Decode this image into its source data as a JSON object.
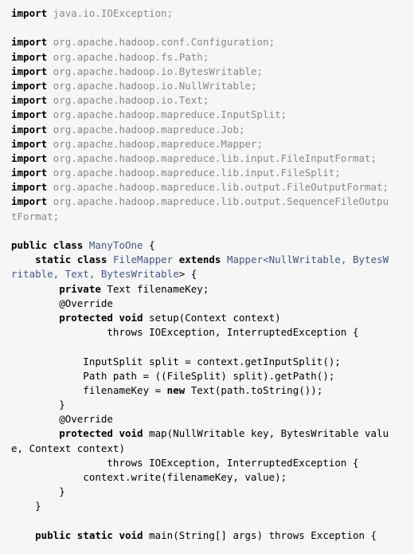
{
  "code": {
    "colors": {
      "background": "#f6f6f6",
      "keyword": "#000000",
      "package": "#888888",
      "class_name": "#445588",
      "plain": "#000000"
    },
    "lines": [
      [
        {
          "t": "import",
          "k": "kw"
        },
        {
          "t": " java.io.IOException;",
          "k": "pk"
        }
      ],
      [],
      [
        {
          "t": "import",
          "k": "kw"
        },
        {
          "t": " org.apache.hadoop.conf.Configuration;",
          "k": "pk"
        }
      ],
      [
        {
          "t": "import",
          "k": "kw"
        },
        {
          "t": " org.apache.hadoop.fs.Path;",
          "k": "pk"
        }
      ],
      [
        {
          "t": "import",
          "k": "kw"
        },
        {
          "t": " org.apache.hadoop.io.BytesWritable;",
          "k": "pk"
        }
      ],
      [
        {
          "t": "import",
          "k": "kw"
        },
        {
          "t": " org.apache.hadoop.io.NullWritable;",
          "k": "pk"
        }
      ],
      [
        {
          "t": "import",
          "k": "kw"
        },
        {
          "t": " org.apache.hadoop.io.Text;",
          "k": "pk"
        }
      ],
      [
        {
          "t": "import",
          "k": "kw"
        },
        {
          "t": " org.apache.hadoop.mapreduce.InputSplit;",
          "k": "pk"
        }
      ],
      [
        {
          "t": "import",
          "k": "kw"
        },
        {
          "t": " org.apache.hadoop.mapreduce.Job;",
          "k": "pk"
        }
      ],
      [
        {
          "t": "import",
          "k": "kw"
        },
        {
          "t": " org.apache.hadoop.mapreduce.Mapper;",
          "k": "pk"
        }
      ],
      [
        {
          "t": "import",
          "k": "kw"
        },
        {
          "t": " org.apache.hadoop.mapreduce.lib.input.FileInputFormat;",
          "k": "pk"
        }
      ],
      [
        {
          "t": "import",
          "k": "kw"
        },
        {
          "t": " org.apache.hadoop.mapreduce.lib.input.FileSplit;",
          "k": "pk"
        }
      ],
      [
        {
          "t": "import",
          "k": "kw"
        },
        {
          "t": " org.apache.hadoop.mapreduce.lib.output.FileOutputFormat;",
          "k": "pk"
        }
      ],
      [
        {
          "t": "import",
          "k": "kw"
        },
        {
          "t": " org.apache.hadoop.mapreduce.lib.output.SequenceFileOutpu",
          "k": "pk"
        }
      ],
      [
        {
          "t": "tFormat;",
          "k": "pk"
        }
      ],
      [],
      [
        {
          "t": "public class",
          "k": "kw"
        },
        {
          "t": " ",
          "k": "pl"
        },
        {
          "t": "ManyToOne",
          "k": "cls"
        },
        {
          "t": " {",
          "k": "pl"
        }
      ],
      [
        {
          "t": "    static class",
          "k": "kw"
        },
        {
          "t": " ",
          "k": "pl"
        },
        {
          "t": "FileMapper",
          "k": "cls"
        },
        {
          "t": " extends",
          "k": "kw"
        },
        {
          "t": " ",
          "k": "pl"
        },
        {
          "t": "Mapper<NullWritable, BytesW",
          "k": "cls"
        }
      ],
      [
        {
          "t": "ritable, Text, BytesWritable",
          "k": "cls"
        },
        {
          "t": "> {",
          "k": "pl"
        }
      ],
      [
        {
          "t": "        private",
          "k": "kw"
        },
        {
          "t": " Text filenameKey;",
          "k": "pl"
        }
      ],
      [
        {
          "t": "        @Override",
          "k": "pl"
        }
      ],
      [
        {
          "t": "        protected void",
          "k": "kw"
        },
        {
          "t": " setup(Context context)",
          "k": "pl"
        }
      ],
      [
        {
          "t": "                throws IOException, InterruptedException {",
          "k": "pl"
        }
      ],
      [],
      [
        {
          "t": "            InputSplit split = context.getInputSplit();",
          "k": "pl"
        }
      ],
      [
        {
          "t": "            Path path = ((FileSplit) split).getPath();",
          "k": "pl"
        }
      ],
      [
        {
          "t": "            filenameKey = ",
          "k": "pl"
        },
        {
          "t": "new",
          "k": "kw"
        },
        {
          "t": " Text(path.toString());",
          "k": "pl"
        }
      ],
      [
        {
          "t": "        }",
          "k": "pl"
        }
      ],
      [
        {
          "t": "        @Override",
          "k": "pl"
        }
      ],
      [
        {
          "t": "        protected void",
          "k": "kw"
        },
        {
          "t": " map(NullWritable key, BytesWritable valu",
          "k": "pl"
        }
      ],
      [
        {
          "t": "e, Context context)",
          "k": "pl"
        }
      ],
      [
        {
          "t": "                throws IOException, InterruptedException {",
          "k": "pl"
        }
      ],
      [
        {
          "t": "            context.write(filenameKey, value);",
          "k": "pl"
        }
      ],
      [
        {
          "t": "        }",
          "k": "pl"
        }
      ],
      [
        {
          "t": "    }",
          "k": "pl"
        }
      ],
      [],
      [
        {
          "t": "    public static void",
          "k": "kw"
        },
        {
          "t": " main(String[] args) throws Exception {",
          "k": "pl"
        }
      ]
    ]
  }
}
